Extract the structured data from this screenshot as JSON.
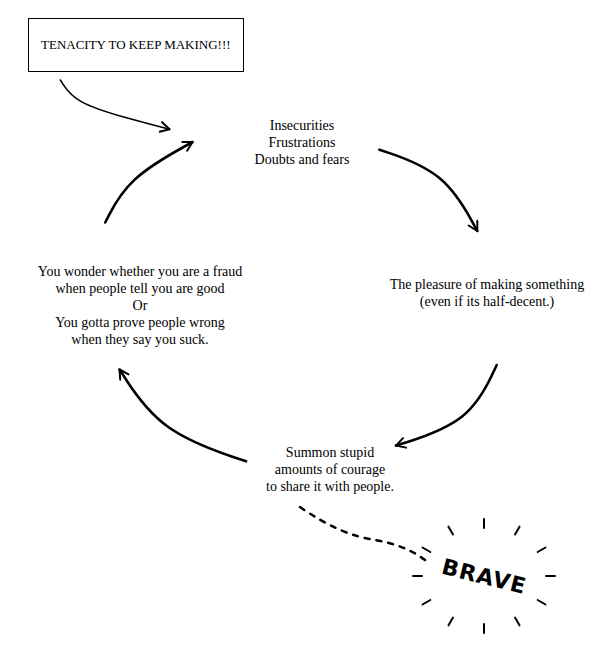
{
  "diagram": {
    "nodes": [
      {
        "text": [
          "TENACITY TO KEEP MAKING!!!"
        ]
      },
      {
        "text": [
          "Insecurities Frustrations Doubts and fears"
        ]
      },
      {
        "text": [
          "The pleasure of making something (even if its half-decent.)"
        ]
      },
      {
        "text": [
          "Summon stupid amounts of courage to share it with people."
        ]
      },
      {
        "text": [
          "You wonder whether you are a fraud when people tell you are good Or You gotta prove people wrong when they say you suck."
        ]
      }
    ],
    "edges": [
      {
        "from": 0,
        "to": 1,
        "arrow": "to"
      },
      {
        "from": 1,
        "to": 2,
        "arrow": "to"
      },
      {
        "from": 2,
        "to": 3,
        "arrow": "to"
      },
      {
        "from": 3,
        "to": 4,
        "arrow": "to"
      },
      {
        "from": 4,
        "to": 1,
        "arrow": "to"
      }
    ],
    "labels": [
      "BRAVE"
    ]
  }
}
